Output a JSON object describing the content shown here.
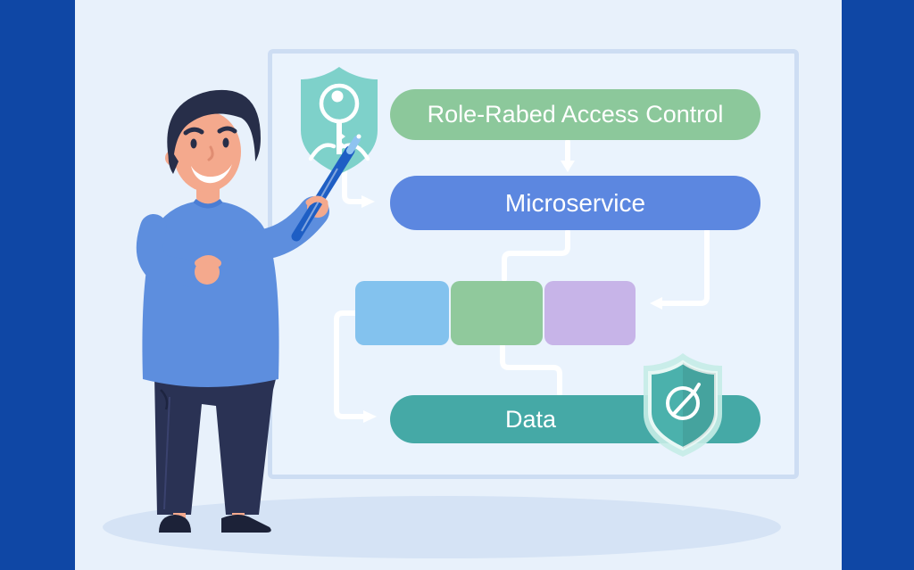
{
  "title": "Role-based access control microservice illustration",
  "palette": {
    "side_band": "#0f47a5",
    "background": "#e8f1fb",
    "board_fill": "#eaf3fd",
    "board_border": "#cdddf3",
    "rbac_green": "#8cc89b",
    "microservice_blue": "#5c87e0",
    "data_teal": "#45a9a6",
    "service_box_blue": "#83c2ee",
    "service_box_green": "#90c99c",
    "service_box_purple": "#c7b4e8",
    "key_shield_teal": "#7ed1ca",
    "data_shield_teal": "#4bb1ac",
    "connector": "#ffffff"
  },
  "diagram": {
    "nodes": {
      "rbac": {
        "label": "Role-Rabed Access Control",
        "color": "#8cc89b"
      },
      "microservice": {
        "label": "Microservice",
        "color": "#5c87e0"
      },
      "data": {
        "label": "Data",
        "color": "#45a9a6"
      }
    },
    "service_boxes": [
      {
        "name": "service-box-blue",
        "color": "#83c2ee"
      },
      {
        "name": "service-box-green",
        "color": "#90c99c"
      },
      {
        "name": "service-box-purple",
        "color": "#c7b4e8"
      }
    ],
    "icons": {
      "key_badge": "shield-key-icon",
      "data_badge": "shield-sync-icon"
    },
    "edges": [
      {
        "from": "rbac",
        "to": "microservice",
        "arrow": true
      },
      {
        "from": "pointer",
        "to": "microservice",
        "arrow": true
      },
      {
        "from": "microservice",
        "to": "service-box-green",
        "arrow": false
      },
      {
        "from": "microservice",
        "to": "service-box-purple",
        "arrow": true
      },
      {
        "from": "service-box-blue",
        "to": "data",
        "arrow": true
      },
      {
        "from": "service-box-green",
        "to": "data",
        "arrow": false
      }
    ]
  },
  "person": {
    "description": "Smiling man in a blue sweater and dark trousers pointing a pen at the diagram"
  }
}
